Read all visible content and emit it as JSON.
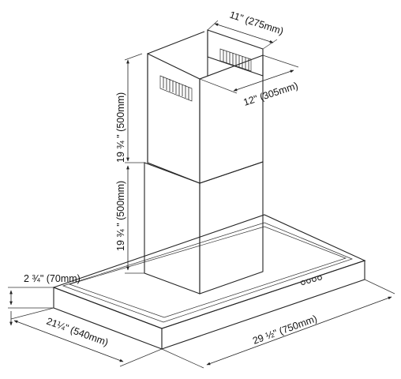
{
  "dimensions": {
    "top_depth": "11\" (275mm)",
    "top_width": "12\" (305mm)",
    "upper_chimney_height": "19 ¾ \" (500mm)",
    "lower_chimney_height": "19 ¾ \" (500mm)",
    "hood_thickness": "2 ¾\" (70mm)",
    "hood_depth": "21¼\" (540mm)",
    "hood_width": "29 ½\" (750mm)"
  },
  "control_panel": {
    "button_count": 4
  }
}
